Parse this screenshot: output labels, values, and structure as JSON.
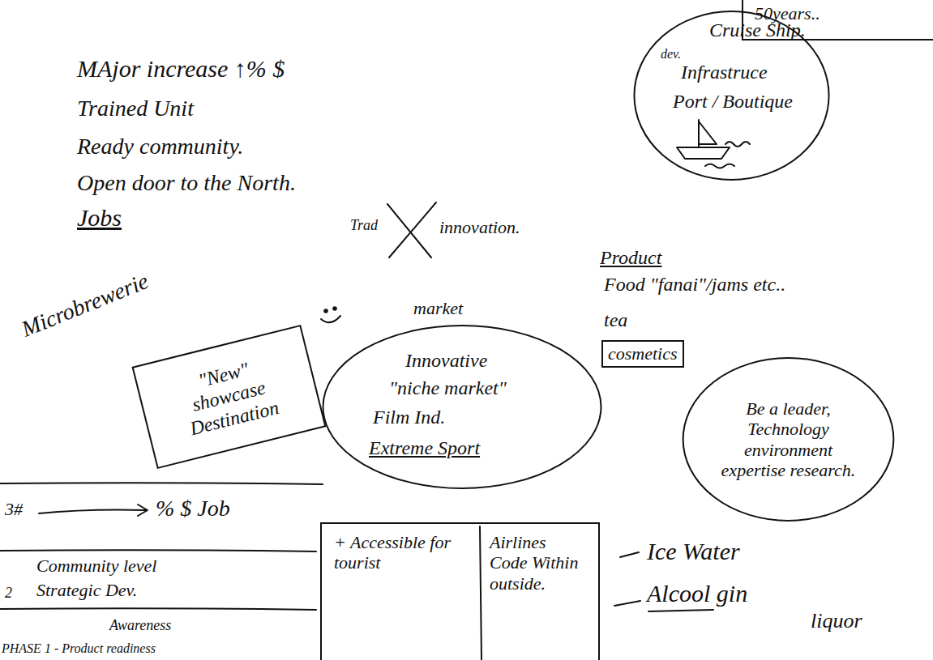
{
  "diagram": {
    "nodes": [
      {
        "text": [
          "50years.."
        ]
      },
      {
        "text": [
          "Cruise Ship.",
          "dev.",
          "Infrastruce",
          "Port / Boutique"
        ]
      },
      {
        "text": [
          "cosmetics"
        ]
      },
      {
        "text": [
          "\"New\" showcase Destination"
        ]
      },
      {
        "text": [
          "market",
          "Innovative",
          "\"niche market\"",
          "Film Ind.",
          "Extreme Sport"
        ]
      },
      {
        "text": [
          "Be a leader, Technology environment expertise research."
        ]
      },
      {
        "text": [
          "+ Accessible for tourist",
          "Airlines Code Within outside."
        ]
      }
    ],
    "labels": [
      "MAjor increase ↑% $",
      "Trained Unit",
      "Ready community.",
      "Open door to the North.",
      "Jobs",
      "Trad",
      "innovation.",
      "Product",
      "Food \"fanai\"/jams etc..",
      "tea",
      "Microbrewerie",
      "3#",
      "% $ Job",
      "2",
      "Community level",
      "Strategic Dev.",
      "Awareness",
      "PHASE 1 - Product readiness",
      "Ice Water",
      "Alcool gin",
      "liquor"
    ]
  }
}
